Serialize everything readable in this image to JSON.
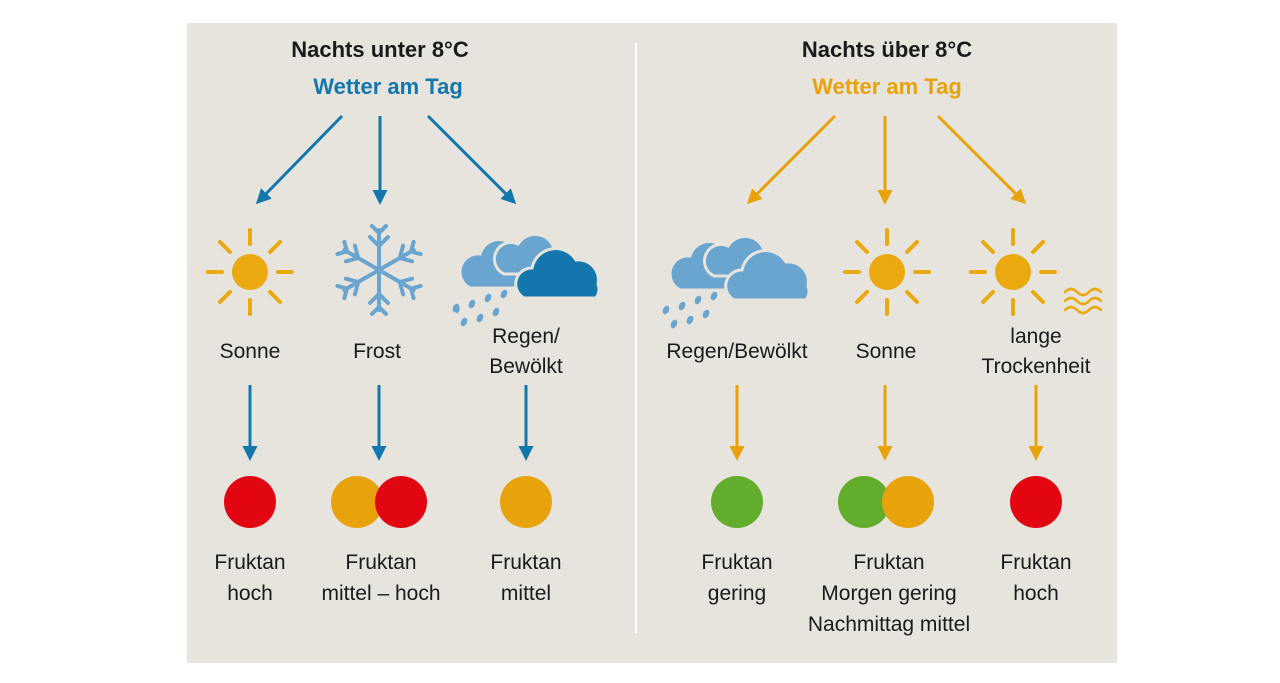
{
  "colors": {
    "blue": "#1377ad",
    "orange": "#e8a20c",
    "red": "#e20613",
    "amber": "#e8a20c",
    "green": "#62ad2b",
    "cloud_light": "#6aa5d0",
    "cloud_dark": "#1377ad",
    "sun": "#eaa90e"
  },
  "left": {
    "heading": "Nachts unter 8°C",
    "subheading": "Wetter am Tag",
    "branches": [
      {
        "icon": "sun-icon",
        "label": "Sonne",
        "result": [
          "Fruktan",
          "hoch"
        ],
        "dots": [
          "red"
        ]
      },
      {
        "icon": "snowflake-icon",
        "label": "Frost",
        "result": [
          "Fruktan",
          "mittel – hoch"
        ],
        "dots": [
          "amber",
          "red"
        ]
      },
      {
        "icon": "rain-cloud-icon",
        "label": [
          "Regen/",
          "Bewölkt"
        ],
        "result": [
          "Fruktan",
          "mittel"
        ],
        "dots": [
          "amber"
        ]
      }
    ]
  },
  "right": {
    "heading": "Nachts über 8°C",
    "subheading": "Wetter am Tag",
    "branches": [
      {
        "icon": "rain-cloud-icon",
        "label": "Regen/Bewölkt",
        "result": [
          "Fruktan",
          "gering"
        ],
        "dots": [
          "green"
        ]
      },
      {
        "icon": "sun-icon",
        "label": "Sonne",
        "result": [
          "Fruktan",
          "Morgen gering",
          "Nachmittag mittel"
        ],
        "dots": [
          "green",
          "amber"
        ]
      },
      {
        "icon": "sun-wind-icon",
        "label": [
          "lange",
          "Trockenheit"
        ],
        "result": [
          "Fruktan",
          "hoch"
        ],
        "dots": [
          "red"
        ]
      }
    ]
  }
}
